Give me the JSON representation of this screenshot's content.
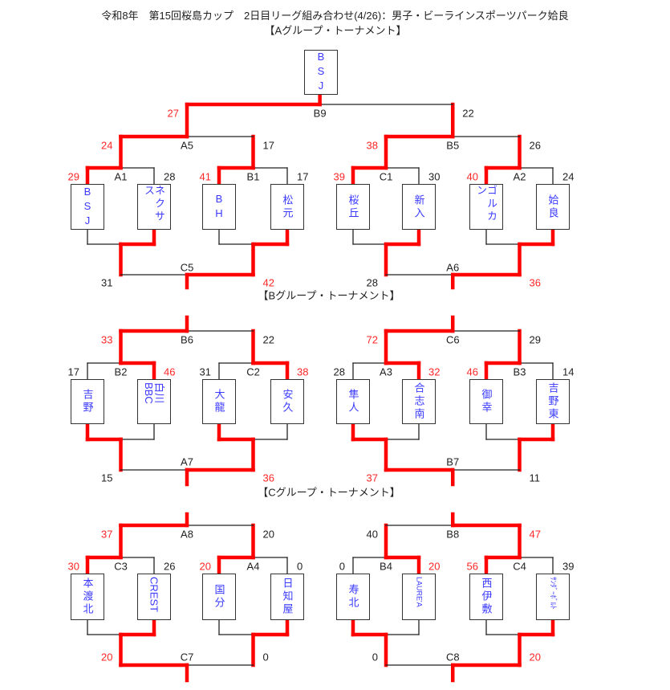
{
  "title": "令和8年　第15回桜島カップ　2日目リーグ組み合わせ(4/26)：男子・ビーラインスポーツパーク姶良",
  "colors": {
    "win_line": "#ff0000",
    "win_score": "#ff2626",
    "team_text": "#3a3aff",
    "line": "#222222"
  },
  "groups": [
    {
      "header": "【Aグループ・トーナメント】",
      "champion": "BSJ",
      "teams": [
        {
          "name": "BSJ",
          "sideways": false
        },
        {
          "name": "ネクサス",
          "sideways": false
        },
        {
          "name": "BH",
          "sideways": false
        },
        {
          "name": "松元",
          "sideways": false
        },
        {
          "name": "桜丘",
          "sideways": false
        },
        {
          "name": "新入",
          "sideways": false
        },
        {
          "name": "ゴルカン",
          "sideways": false
        },
        {
          "name": "姶良",
          "sideways": false
        }
      ],
      "top": {
        "rounds": [
          {
            "matches": [
              {
                "label": "A1",
                "scores": [
                  "29",
                  "28"
                ],
                "winner": 0
              },
              {
                "label": "B1",
                "scores": [
                  "41",
                  "17"
                ],
                "winner": 0
              },
              {
                "label": "C1",
                "scores": [
                  "39",
                  "30"
                ],
                "winner": 0
              },
              {
                "label": "A2",
                "scores": [
                  "40",
                  "24"
                ],
                "winner": 0
              }
            ]
          },
          {
            "matches": [
              {
                "label": "A5",
                "scores": [
                  "24",
                  "17"
                ],
                "winner": 0
              },
              {
                "label": "B5",
                "scores": [
                  "38",
                  "26"
                ],
                "winner": 0
              }
            ]
          },
          {
            "matches": [
              {
                "label": "B9",
                "scores": [
                  "27",
                  "22"
                ],
                "winner": 0
              }
            ]
          }
        ]
      },
      "bottom": {
        "advancing": [
          1,
          1,
          1,
          1
        ],
        "matches": [
          {
            "label": "C5",
            "scores": [
              "31",
              "42"
            ],
            "winner": 1
          },
          {
            "label": "A6",
            "scores": [
              "28",
              "36"
            ],
            "winner": 1
          }
        ]
      }
    },
    {
      "header": "【Bグループ・トーナメント】",
      "teams": [
        {
          "name": "吉野",
          "sideways": false
        },
        {
          "name": "白川BBC",
          "sideways": true
        },
        {
          "name": "大龍",
          "sideways": false
        },
        {
          "name": "安久",
          "sideways": false
        },
        {
          "name": "隼人",
          "sideways": false
        },
        {
          "name": "合志南",
          "sideways": false
        },
        {
          "name": "御幸",
          "sideways": false
        },
        {
          "name": "吉野東",
          "sideways": false
        }
      ],
      "top": {
        "rounds": [
          {
            "matches": [
              {
                "label": "B2",
                "scores": [
                  "17",
                  "46"
                ],
                "winner": 1
              },
              {
                "label": "C2",
                "scores": [
                  "31",
                  "38"
                ],
                "winner": 1
              },
              {
                "label": "A3",
                "scores": [
                  "28",
                  "32"
                ],
                "winner": 1
              },
              {
                "label": "B3",
                "scores": [
                  "46",
                  "14"
                ],
                "winner": 0
              }
            ]
          },
          {
            "matches": [
              {
                "label": "B6",
                "scores": [
                  "33",
                  "22"
                ],
                "winner": 0
              },
              {
                "label": "C6",
                "scores": [
                  "72",
                  "29"
                ],
                "winner": 0
              }
            ]
          }
        ]
      },
      "bottom": {
        "advancing": [
          0,
          0,
          0,
          1
        ],
        "matches": [
          {
            "label": "A7",
            "scores": [
              "15",
              "36"
            ],
            "winner": 1
          },
          {
            "label": "B7",
            "scores": [
              "37",
              "11"
            ],
            "winner": 0
          }
        ]
      }
    },
    {
      "header": "【Cグループ・トーナメント】",
      "teams": [
        {
          "name": "本渡北",
          "sideways": false
        },
        {
          "name": "CREST",
          "sideways": true
        },
        {
          "name": "国分",
          "sideways": false
        },
        {
          "name": "日知屋",
          "sideways": false
        },
        {
          "name": "寿北",
          "sideways": false
        },
        {
          "name": "LAURE'A",
          "sideways": true
        },
        {
          "name": "西伊敷",
          "sideways": false
        },
        {
          "name": "ｻﾝﾀﾞｰﾎﾞﾙﾄ",
          "sideways": true
        }
      ],
      "top": {
        "rounds": [
          {
            "matches": [
              {
                "label": "C3",
                "scores": [
                  "30",
                  "26"
                ],
                "winner": 0
              },
              {
                "label": "A4",
                "scores": [
                  "20",
                  "0"
                ],
                "winner": 0
              },
              {
                "label": "B4",
                "scores": [
                  "0",
                  "20"
                ],
                "winner": 1
              },
              {
                "label": "C4",
                "scores": [
                  "56",
                  "39"
                ],
                "winner": 0
              }
            ]
          },
          {
            "matches": [
              {
                "label": "A8",
                "scores": [
                  "37",
                  "20"
                ],
                "winner": 0
              },
              {
                "label": "B8",
                "scores": [
                  "40",
                  "47"
                ],
                "winner": 1
              }
            ]
          }
        ]
      },
      "bottom": {
        "advancing": [
          1,
          1,
          0,
          1
        ],
        "matches": [
          {
            "label": "C7",
            "scores": [
              "20",
              "0"
            ],
            "winner": 0
          },
          {
            "label": "C8",
            "scores": [
              "0",
              "20"
            ],
            "winner": 1
          }
        ]
      }
    }
  ]
}
